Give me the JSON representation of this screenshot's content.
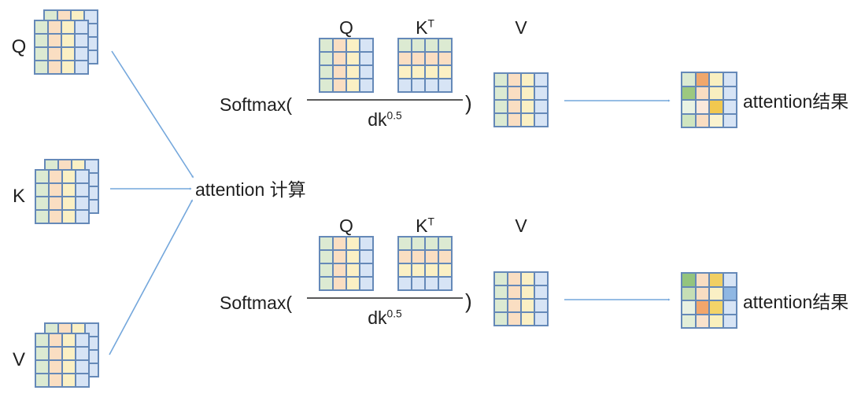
{
  "colors": {
    "cell_border": "#6589b8",
    "arrow": "#74a7dc",
    "fraction_line": "#595959",
    "text": "#1f1f1f"
  },
  "inputs": [
    {
      "label": "Q"
    },
    {
      "label": "K"
    },
    {
      "label": "V"
    }
  ],
  "merge_label": "attention 计算",
  "grids": {
    "qkv": {
      "type": "columns",
      "colors": [
        "#dcead2",
        "#fadec2",
        "#fbf0c4",
        "#d7e4f5"
      ]
    },
    "kt": {
      "type": "rows",
      "colors": [
        "#dcead2",
        "#fadec2",
        "#fbf0c4",
        "#d7e4f5"
      ]
    },
    "result_top": {
      "type": "cells",
      "cells": [
        "#dcead2",
        "#f0a76c",
        "#f9efc0",
        "#d7e4f5",
        "#9cc87f",
        "#f9ddc2",
        "#f9efc0",
        "#d7e4f5",
        "#eaf3e3",
        "#fbe9dc",
        "#f2c84f",
        "#d7e4f5",
        "#cfe5c0",
        "#f9ddc2",
        "#faf3cf",
        "#d7e4f5"
      ]
    },
    "result_bottom": {
      "type": "cells",
      "cells": [
        "#94c47e",
        "#f9ddc2",
        "#f1cf63",
        "#d7e4f5",
        "#c6deb5",
        "#f9ddc2",
        "#faf0c5",
        "#8fb7e3",
        "#e9f1e1",
        "#f2a66b",
        "#f3d468",
        "#d7e4f5",
        "#e2eed8",
        "#f9e2cc",
        "#f9f0bd",
        "#d7e4f5"
      ]
    }
  },
  "heads": [
    {
      "softmax_open": "Softmax(",
      "q_label": "Q",
      "kt_base": "K",
      "kt_sup": "T",
      "denom_base": "dk",
      "denom_sup": "0.5",
      "close_paren": ")",
      "v_label": "V",
      "result_label": "attention结果"
    },
    {
      "softmax_open": "Softmax(",
      "q_label": "Q",
      "kt_base": "K",
      "kt_sup": "T",
      "denom_base": "dk",
      "denom_sup": "0.5",
      "close_paren": ")",
      "v_label": "V",
      "result_label": "attention结果"
    }
  ]
}
